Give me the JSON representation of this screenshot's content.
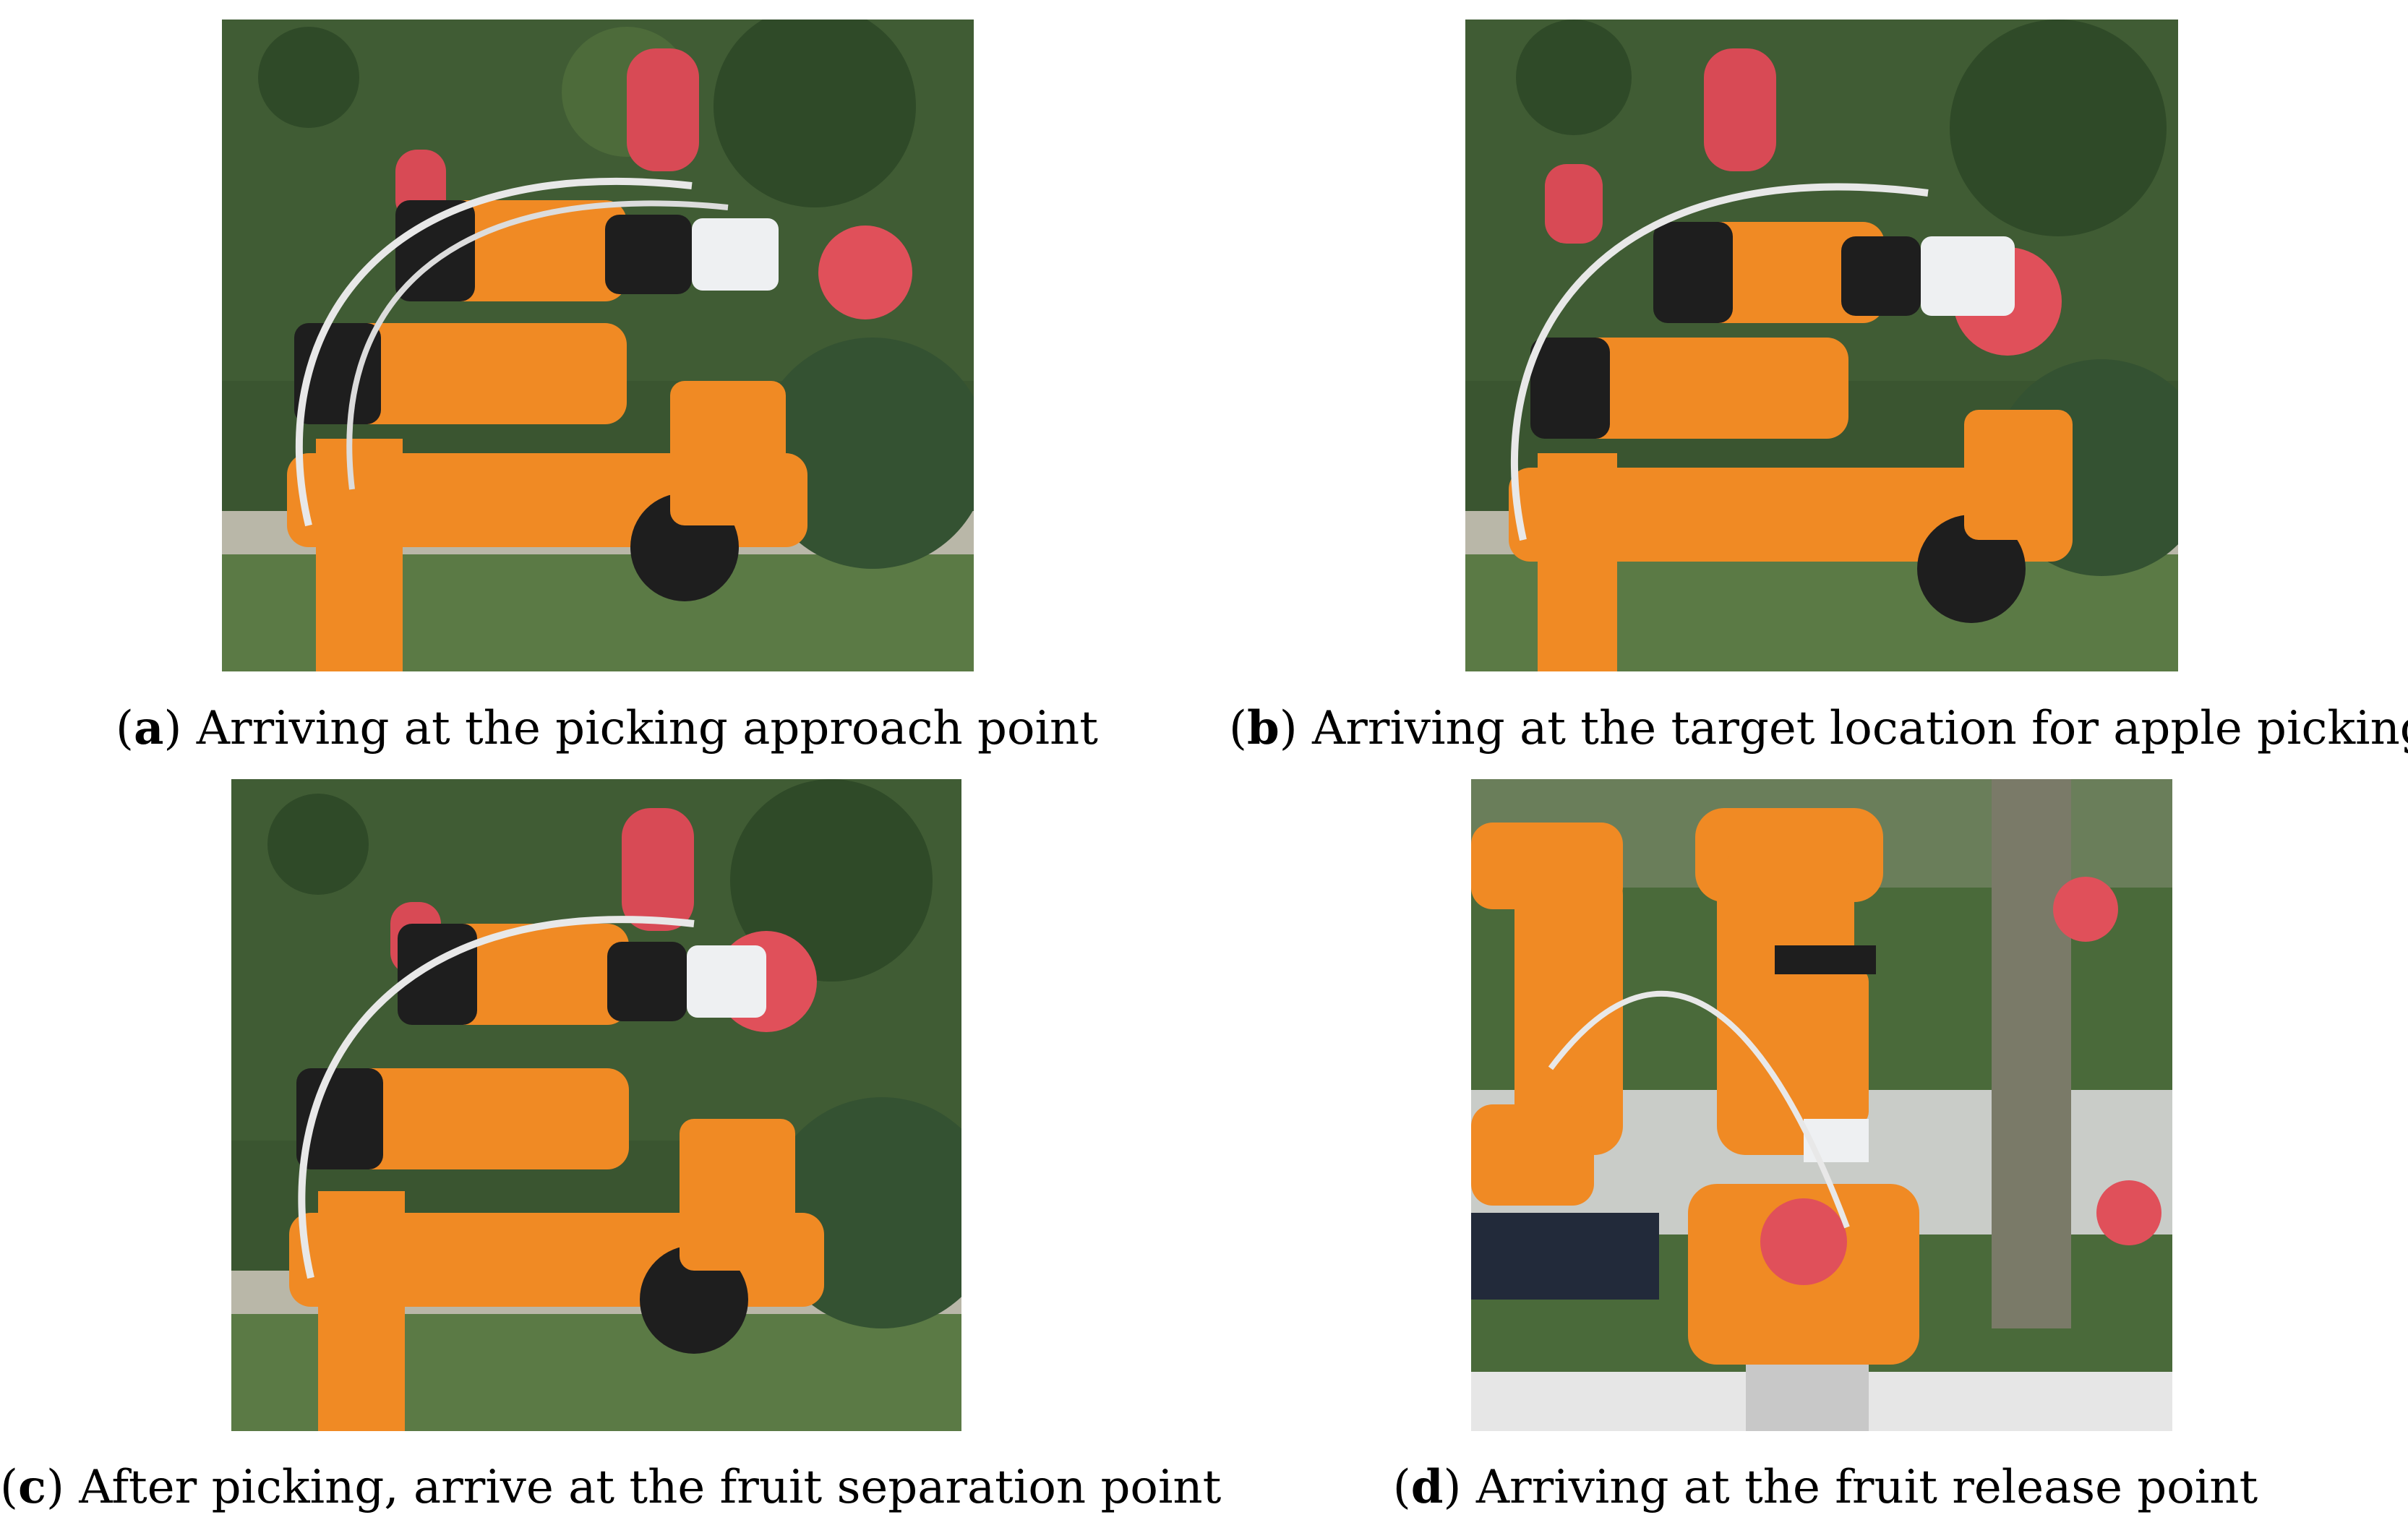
{
  "figure": {
    "panels": [
      {
        "letter": "a",
        "caption": "Arriving at the picking approach point"
      },
      {
        "letter": "b",
        "caption": "Arriving at the target location for apple picking"
      },
      {
        "letter": "c",
        "caption": "After picking, arrive at the fruit separation point"
      },
      {
        "letter": "d",
        "caption": "Arriving at the fruit release point"
      }
    ]
  },
  "colors": {
    "robot_orange": "#f08a24",
    "joint_black": "#1e1e1e",
    "foliage_dark": "#2f4a28",
    "foliage_mid": "#4d6b3a",
    "apple_red": "#e0505a",
    "gripper_white": "#eef0f2"
  }
}
